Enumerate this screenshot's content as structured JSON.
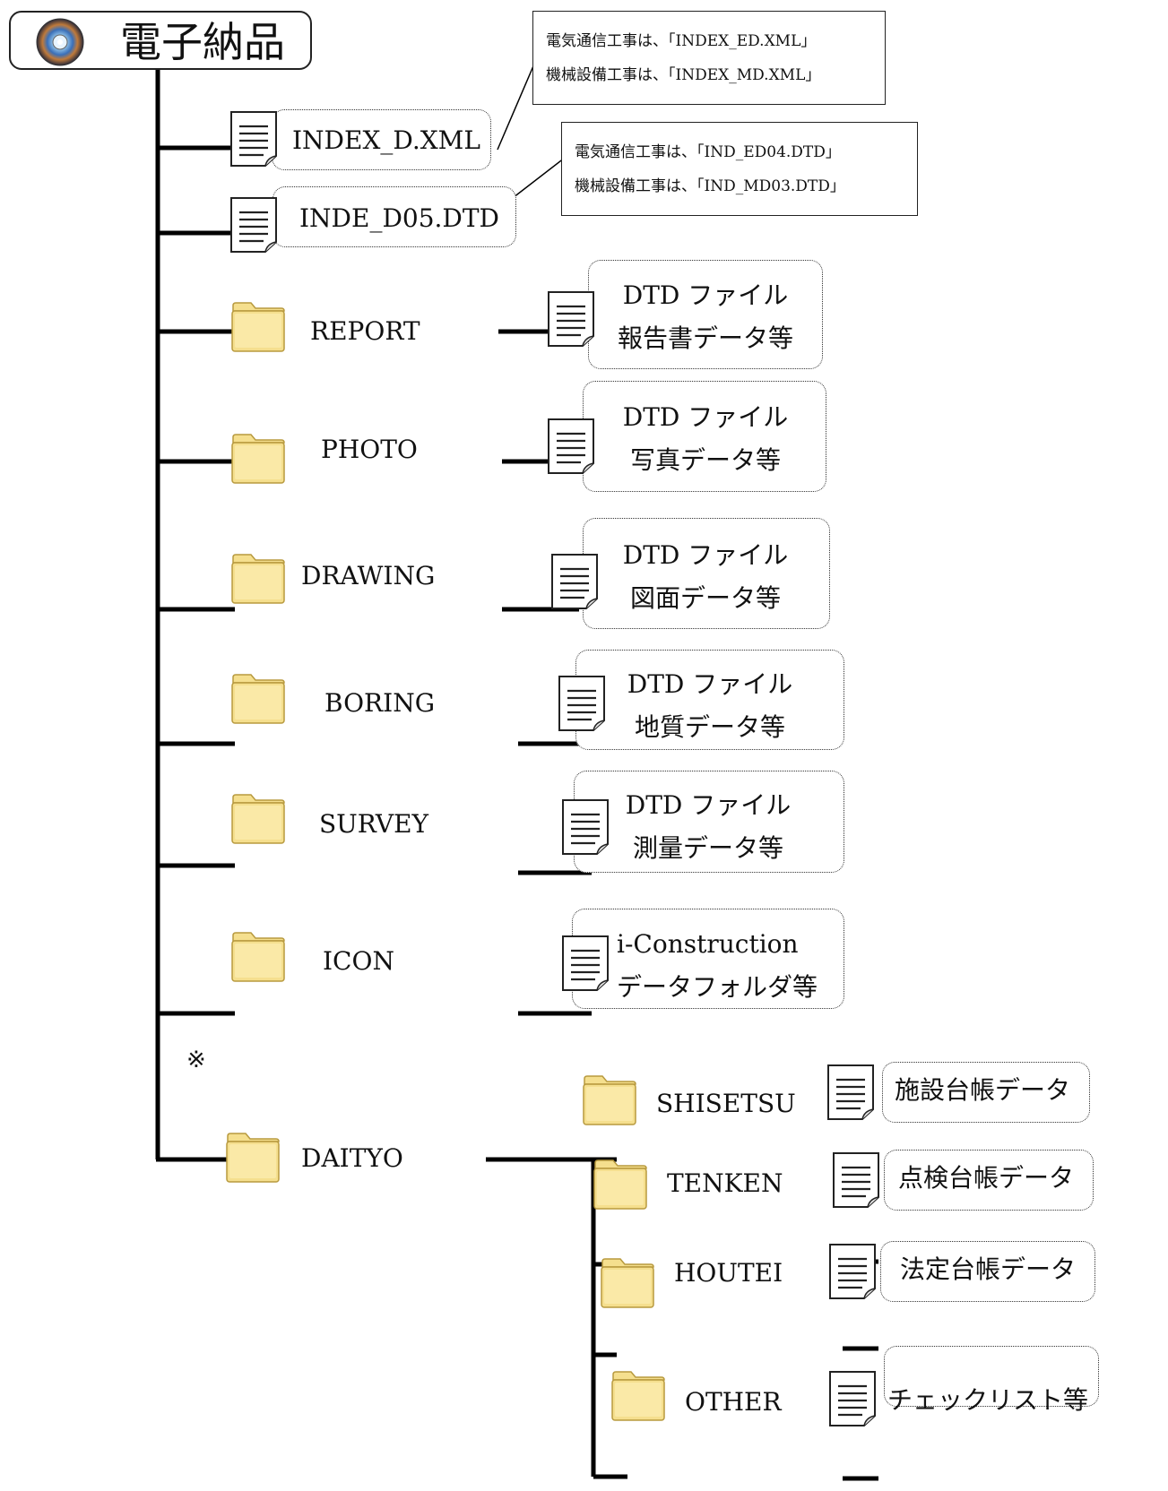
{
  "root": {
    "title": "電子納品",
    "icon": "disc-icon"
  },
  "notes": {
    "xml_note": {
      "line1": "電気通信工事は、「INDEX_ED.XML」",
      "line2": "機械設備工事は、「INDEX_MD.XML」"
    },
    "dtd_note": {
      "line1": "電気通信工事は、「IND_ED04.DTD」",
      "line2": "機械設備工事は、「IND_MD03.DTD」"
    }
  },
  "files": {
    "index_xml": "INDEX_D.XML",
    "index_dtd": "INDE_D05.DTD"
  },
  "folders": [
    {
      "name": "REPORT",
      "line1": "DTD ファイル",
      "line2": "報告書データ等"
    },
    {
      "name": "PHOTO",
      "line1": "DTD ファイル",
      "line2": "写真データ等"
    },
    {
      "name": "DRAWING",
      "line1": "DTD ファイル",
      "line2": "図面データ等"
    },
    {
      "name": "BORING",
      "line1": "DTD ファイル",
      "line2": "地質データ等"
    },
    {
      "name": "SURVEY",
      "line1": "DTD ファイル",
      "line2": "測量データ等"
    },
    {
      "name": "ICON",
      "line1": "i-Construction",
      "line2": "データフォルダ等"
    }
  ],
  "daityo": {
    "mark": "※",
    "name": "DAITYO",
    "subfolders": [
      {
        "name": "SHISETSU",
        "content": "施設台帳データ"
      },
      {
        "name": "TENKEN",
        "content": "点検台帳データ"
      },
      {
        "name": "HOUTEI",
        "content": "法定台帳データ"
      },
      {
        "name": "OTHER",
        "content": "チェックリスト等"
      }
    ]
  },
  "colors": {
    "line": "#000000",
    "folder_fill": "#f5df8e",
    "folder_edge": "#b89a3f"
  }
}
